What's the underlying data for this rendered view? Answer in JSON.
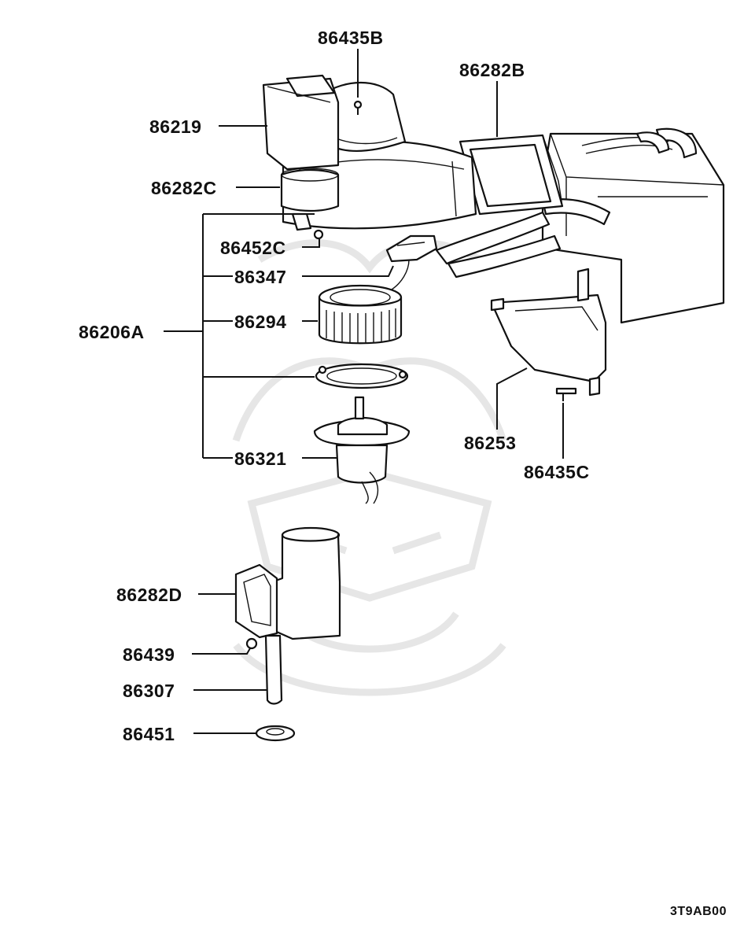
{
  "diagram_code": "3T9AB00",
  "part_numbers": {
    "p86435B": "86435B",
    "p86282B": "86282B",
    "p86219": "86219",
    "p86282C": "86282C",
    "p86452C": "86452C",
    "p86347": "86347",
    "p86206A": "86206A",
    "p86294": "86294",
    "p86321": "86321",
    "p86253": "86253",
    "p86435C": "86435C",
    "p86282D": "86282D",
    "p86439": "86439",
    "p86307": "86307",
    "p86451": "86451"
  },
  "colors": {
    "ink": "#111111",
    "paper": "#ffffff",
    "watermark": "#e6e6e6"
  }
}
